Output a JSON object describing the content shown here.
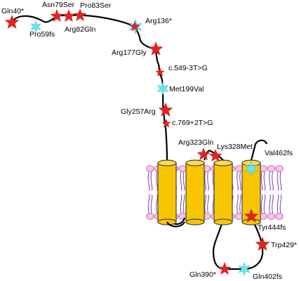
{
  "colors": {
    "background": "#ffffff",
    "chain": "#000000",
    "red_star": "#e8211f",
    "cyan_star": "#6fe3ee",
    "helix_fill": "#f7c600",
    "helix_stroke": "#444444",
    "lipid_head_fill": "#f4c6ec",
    "lipid_head_stroke": "#c06ab2",
    "lipid_tail": "#8a4fb8"
  },
  "icons": {
    "red_star": "red-star-icon",
    "cyan_star": "cyan-star-icon"
  },
  "legend": {
    "red_star_meaning": "",
    "cyan_star_meaning": ""
  },
  "mutations": [
    {
      "id": "gln40",
      "label": "Gln40*",
      "marker": "red"
    },
    {
      "id": "pro59fs",
      "label": "Pro59fs",
      "marker": "cyan"
    },
    {
      "id": "asn79ser",
      "label": "Asn79Ser",
      "marker": "red"
    },
    {
      "id": "arg82gln",
      "label": "Arg82Gln",
      "marker": "red"
    },
    {
      "id": "pro83ser",
      "label": "Pro83Ser",
      "marker": "red"
    },
    {
      "id": "arg136",
      "label": "Arg136*",
      "marker": "both"
    },
    {
      "id": "arg177gly",
      "label": "Arg177Gly",
      "marker": "red"
    },
    {
      "id": "c549",
      "label": "c.549-3T>G",
      "marker": "red"
    },
    {
      "id": "met199val",
      "label": "Met199Val",
      "marker": "cyan"
    },
    {
      "id": "gly257arg",
      "label": "Gly257Arg",
      "marker": "red"
    },
    {
      "id": "c769",
      "label": "c.769+2T>G",
      "marker": "red"
    },
    {
      "id": "arg323gln",
      "label": "Arg323Gln",
      "marker": "red"
    },
    {
      "id": "lys328met",
      "label": "Lys328Met",
      "marker": "red"
    },
    {
      "id": "val462fs",
      "label": "Val462fs",
      "marker": "cyan"
    },
    {
      "id": "tyr444fs",
      "label": "Tyr444fs",
      "marker": "red"
    },
    {
      "id": "trp429",
      "label": "Trp429*",
      "marker": "red"
    },
    {
      "id": "gln402fs",
      "label": "Gln402fs",
      "marker": "cyan"
    },
    {
      "id": "gln390",
      "label": "Gln390*",
      "marker": "red"
    }
  ]
}
